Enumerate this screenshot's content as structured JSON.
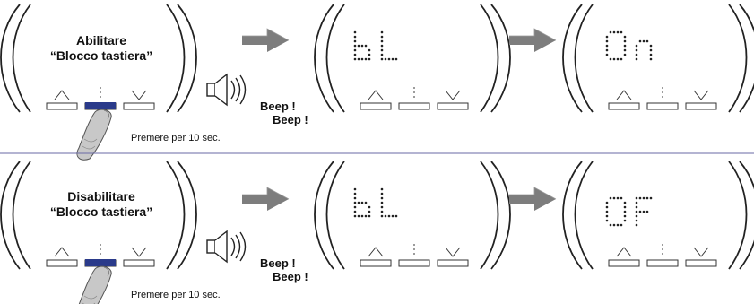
{
  "rows": [
    {
      "action_line1": "Abilitare",
      "action_line2": "“Blocco tastiera”",
      "beep1": "Beep !",
      "beep2": "Beep !",
      "press_hint": "Premere per 10 sec.",
      "display_step2": "bL",
      "display_step3": "On"
    },
    {
      "action_line1": "Disabilitare",
      "action_line2": "“Blocco tastiera”",
      "beep1": "Beep !",
      "beep2": "Beep !",
      "press_hint": "Premere per 10 sec.",
      "display_step2": "bL",
      "display_step3": "OF"
    }
  ],
  "colors": {
    "divider": "#6a6aa6",
    "pressed_button": "#2a3a8a",
    "arrow_gray": "#7d7d7d",
    "dot_color": "#222222"
  },
  "icons": [
    "up-arrow-icon",
    "menu-dots-icon",
    "down-arrow-icon",
    "speaker-icon",
    "finger-icon",
    "right-arrow-icon"
  ]
}
